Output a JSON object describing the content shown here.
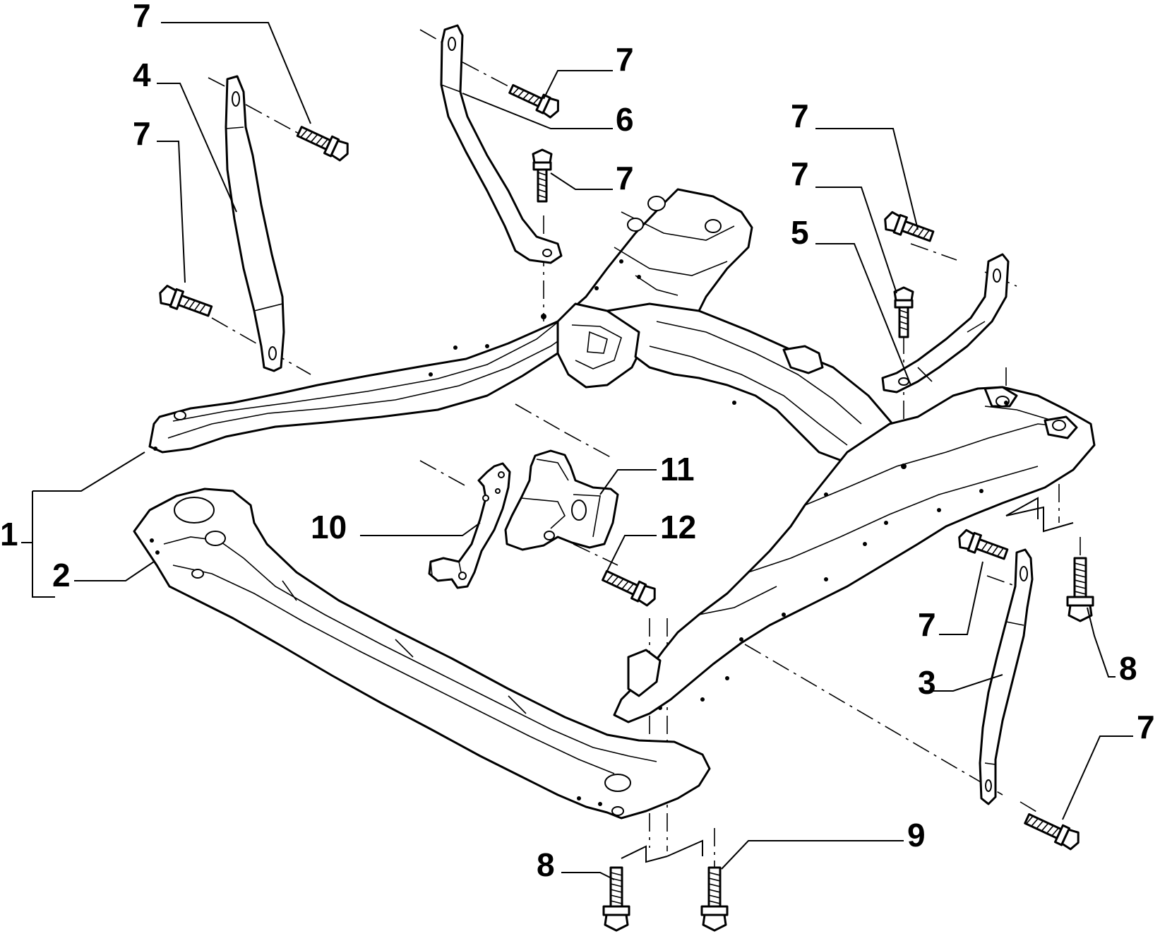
{
  "callouts": [
    {
      "key": "c7a",
      "text": "7"
    },
    {
      "key": "c4",
      "text": "4"
    },
    {
      "key": "c7b",
      "text": "7"
    },
    {
      "key": "c7c",
      "text": "7"
    },
    {
      "key": "c6",
      "text": "6"
    },
    {
      "key": "c7d",
      "text": "7"
    },
    {
      "key": "c7e",
      "text": "7"
    },
    {
      "key": "c7f",
      "text": "7"
    },
    {
      "key": "c5",
      "text": "5"
    },
    {
      "key": "c11",
      "text": "11"
    },
    {
      "key": "c10",
      "text": "10"
    },
    {
      "key": "c12",
      "text": "12"
    },
    {
      "key": "c1",
      "text": "1"
    },
    {
      "key": "c2",
      "text": "2"
    },
    {
      "key": "c7g",
      "text": "7"
    },
    {
      "key": "c8a",
      "text": "8"
    },
    {
      "key": "c3",
      "text": "3"
    },
    {
      "key": "c7h",
      "text": "7"
    },
    {
      "key": "c9",
      "text": "9"
    },
    {
      "key": "c8b",
      "text": "8"
    }
  ]
}
